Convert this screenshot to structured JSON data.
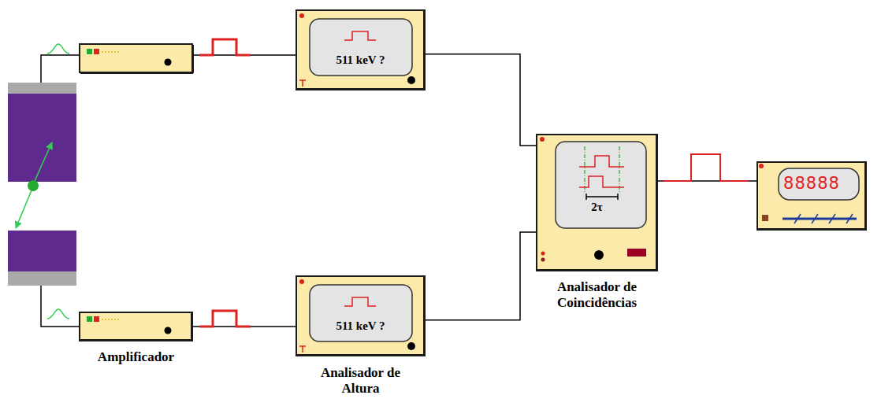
{
  "diagram": {
    "nodes": [
      {
        "text": [
          "511 keV ?"
        ]
      },
      {
        "text": [
          "2τ",
          "Analisador de Coincidências"
        ]
      },
      {
        "text": [
          "88888"
        ]
      },
      {
        "text": [
          "Amplificador"
        ]
      },
      {
        "text": [
          "511 keV ?",
          "Analisador de Altura"
        ]
      }
    ],
    "edges": [
      {
        "from": 0,
        "to": 1,
        "arrow": "none"
      },
      {
        "from": 1,
        "to": 2,
        "arrow": "none"
      },
      {
        "from": 3,
        "to": 4,
        "arrow": "none"
      },
      {
        "from": 4,
        "to": 1,
        "arrow": "none"
      }
    ]
  }
}
